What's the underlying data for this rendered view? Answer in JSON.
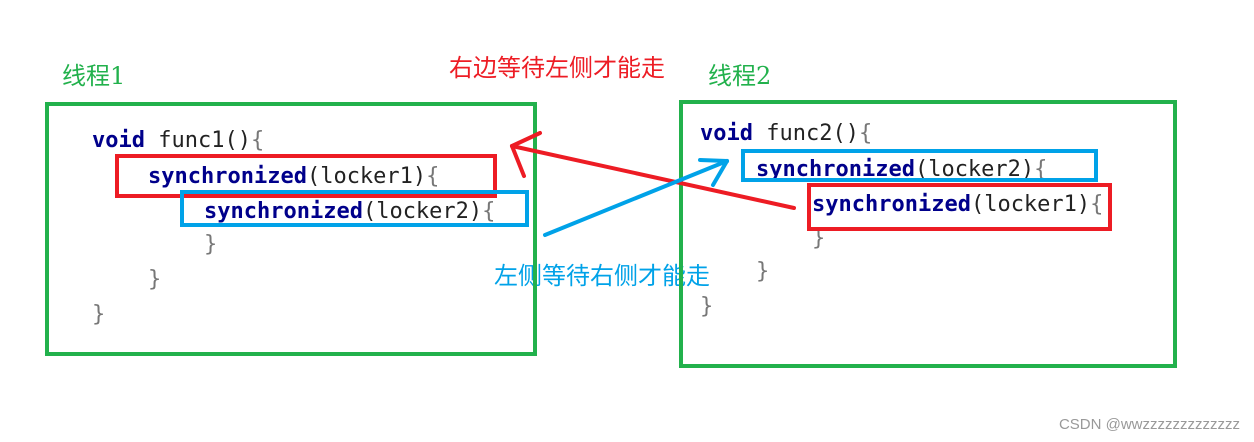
{
  "colors": {
    "green": "#22b14c",
    "red": "#ed1c24",
    "blue": "#00a2e8",
    "keyword": "#00008b",
    "text": "#222222",
    "brace": "#777777",
    "watermark": "#999999"
  },
  "thread1": {
    "title": "线程1",
    "void_kw": "void",
    "func_name": " func1()",
    "open_brace": "{",
    "outer_sync_kw": "synchronized",
    "outer_sync_arg": "(locker1)",
    "outer_sync_brace": "{",
    "inner_sync_kw": "synchronized",
    "inner_sync_arg": "(locker2)",
    "inner_sync_brace": "{",
    "close_inner": "}",
    "close_outer": "}",
    "close_func": "}"
  },
  "thread2": {
    "title": "线程2",
    "void_kw": "void",
    "func_name": " func2()",
    "open_brace": "{",
    "outer_sync_kw": "synchronized",
    "outer_sync_arg": "(locker2)",
    "outer_sync_brace": "{",
    "inner_sync_kw": "synchronized",
    "inner_sync_arg": "(locker1)",
    "inner_sync_brace": "{",
    "close_inner": "}",
    "close_outer": "}",
    "close_func": "}"
  },
  "annotations": {
    "right_waits_left": "右边等待左侧才能走",
    "left_waits_right": "左侧等待右侧才能走"
  },
  "watermark": "CSDN @wwzzzzzzzzzzzzz"
}
